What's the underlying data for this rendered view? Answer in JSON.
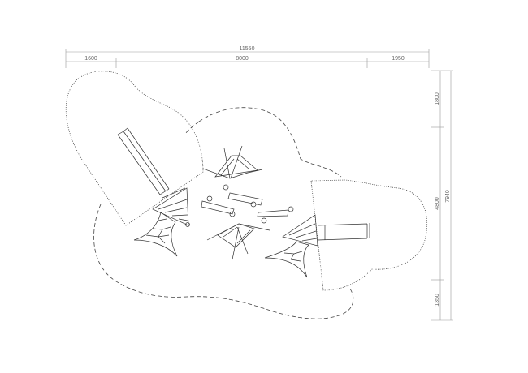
{
  "dimensions": {
    "total_width": "11550",
    "width_left": "1600",
    "width_center": "8000",
    "width_right": "1950",
    "total_height": "7940",
    "height_top": "1800",
    "height_middle": "4800",
    "height_bottom": "1350"
  }
}
